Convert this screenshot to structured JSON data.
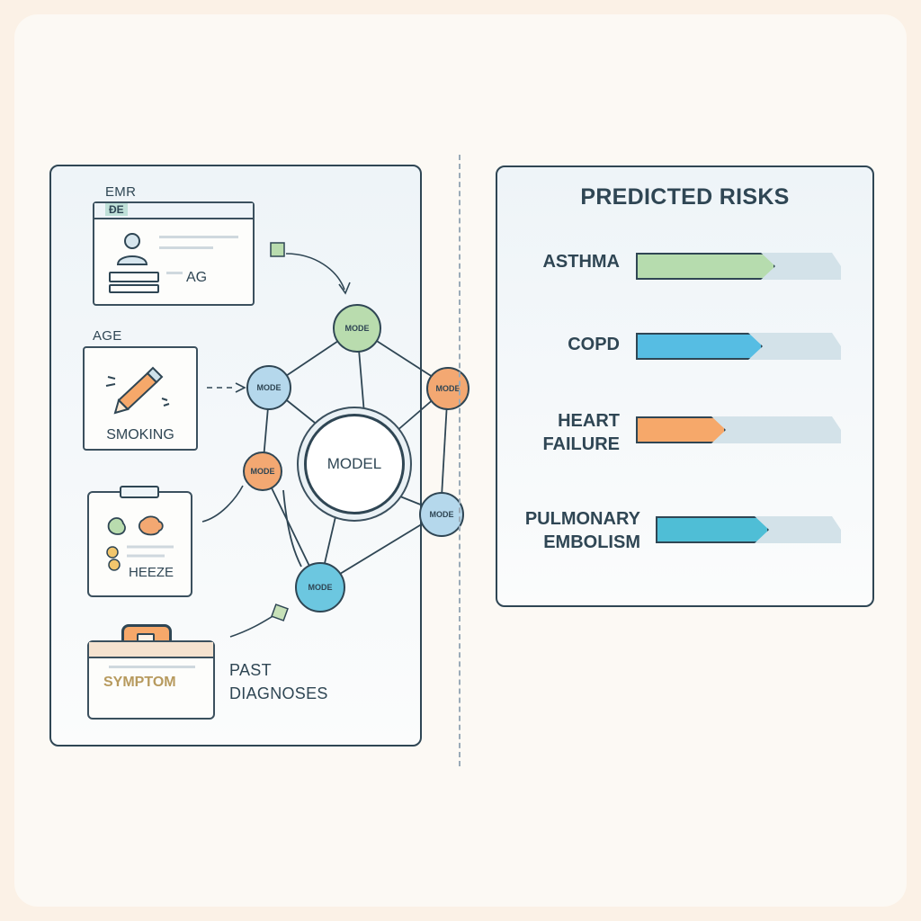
{
  "inputs": {
    "emr_label": "EMR",
    "emr_tab": "ÐE",
    "emr_field": "AG",
    "age_label": "AGE",
    "smoking_label": "SMOKING",
    "wheeze_label": "HEEZE",
    "symptom_label": "SYMPTOM",
    "past_line1": "PAST",
    "past_line2": "DIAGNOSES"
  },
  "network": {
    "model_label": "MODEL",
    "nodes": [
      {
        "label": "MODE",
        "color": "#b9dcae"
      },
      {
        "label": "MODE",
        "color": "#b5d8ec"
      },
      {
        "label": "MODE",
        "color": "#f3a872"
      },
      {
        "label": "MODE",
        "color": "#f3a872"
      },
      {
        "label": "MODE",
        "color": "#b5d8ec"
      },
      {
        "label": "MODE",
        "color": "#6cc7e0"
      }
    ]
  },
  "risks": {
    "title": "PREDICTED RISKS",
    "items": [
      {
        "line1": "ASTHMA",
        "line2": "",
        "value": 0.68,
        "color": "#b6dcae"
      },
      {
        "line1": "COPD",
        "line2": "",
        "value": 0.62,
        "color": "#56bde3"
      },
      {
        "line1": "HEART",
        "line2": "FAILURE",
        "value": 0.44,
        "color": "#f6a86a"
      },
      {
        "line1": "PULMONARY",
        "line2": "EMBOLISM",
        "value": 0.61,
        "color": "#4fbed6"
      }
    ]
  },
  "colors": {
    "outline": "#2f4654",
    "accent_green": "#b6dcae",
    "accent_orange": "#f6a86a",
    "accent_blue": "#56bde3"
  }
}
